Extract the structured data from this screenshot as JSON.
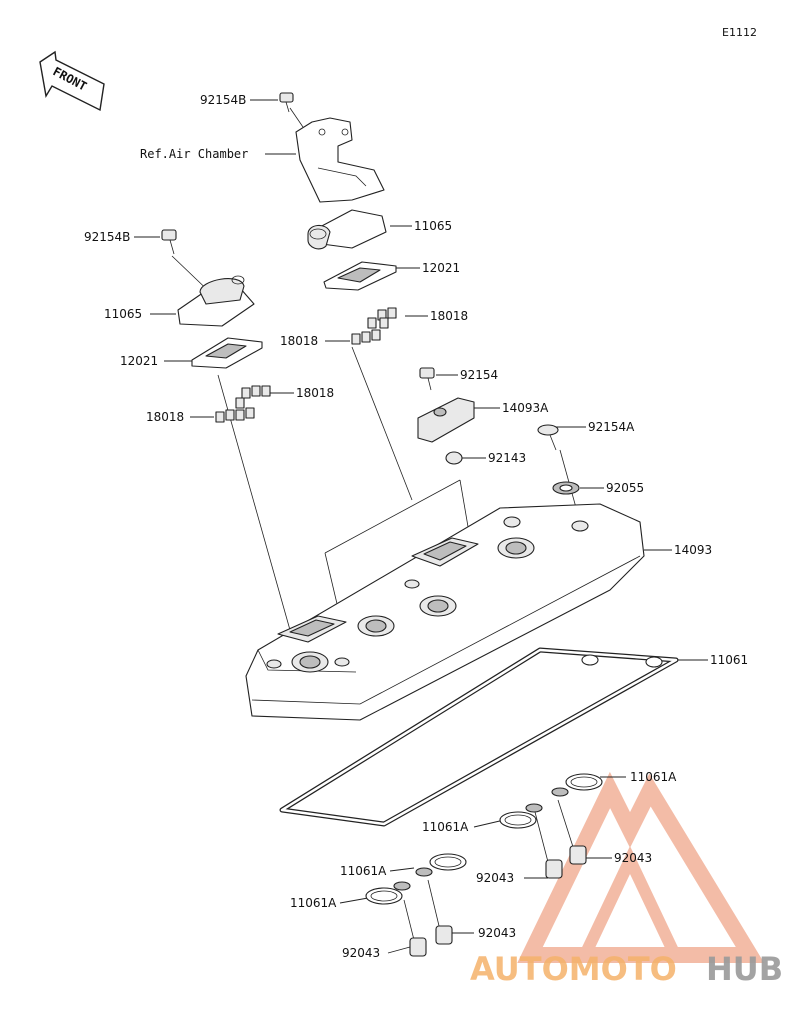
{
  "diagram_code": "E1112",
  "front_label": "FRONT",
  "watermark": {
    "prefix": "AUTOMOTO",
    "suffix": "HUB",
    "color_accent": "#f0a68a",
    "color_orange": "#f5b26b",
    "color_gray": "#9a9a9a"
  },
  "labels": {
    "bolt_top": "92154B",
    "air_chamber": "Ref.Air Chamber",
    "cap_right": "11065",
    "gasket_right": "12021",
    "clip_r1": "18018",
    "clip_r2": "18018",
    "bolt_left": "92154B",
    "cap_left": "11065",
    "gasket_left": "12021",
    "clip_l1": "18018",
    "clip_l2": "18018",
    "bolt_92154": "92154",
    "cover_14093a": "14093A",
    "bolt_92154a": "92154A",
    "grommet_92143": "92143",
    "washer_92055": "92055",
    "cover_14093": "14093",
    "gasket_11061": "11061",
    "gasket_11061a_1": "11061A",
    "gasket_11061a_2": "11061A",
    "pin_92043_1": "92043",
    "pin_92043_2": "92043",
    "gasket_11061a_3": "11061A",
    "gasket_11061a_4": "11061A",
    "pin_92043_3": "92043",
    "pin_92043_4": "92043"
  }
}
